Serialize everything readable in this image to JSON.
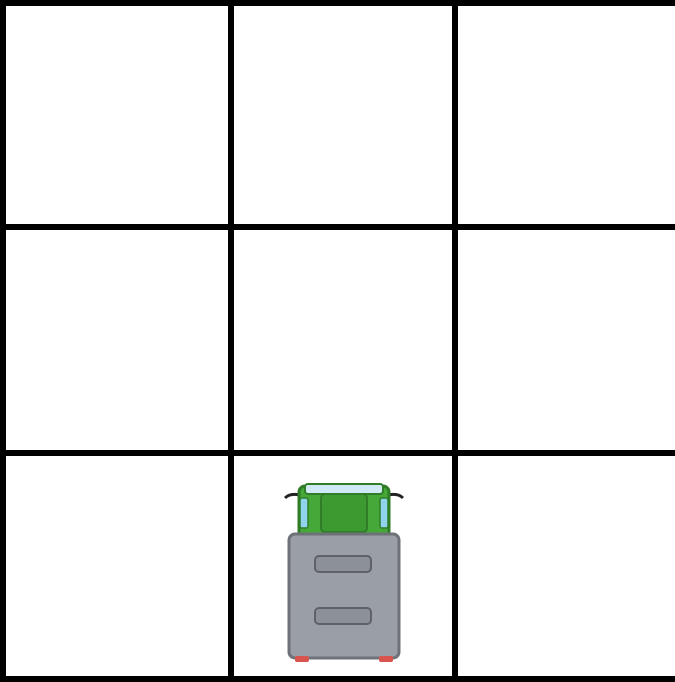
{
  "board": {
    "rows": 3,
    "columns": 3,
    "line_color": "#000000",
    "background_color": "#ffffff"
  },
  "pieces": [
    {
      "name": "truck",
      "icon": "garbage-truck-icon",
      "row": 3,
      "column": 2,
      "cab_color": "#46a839",
      "body_color": "#9a9ea5"
    }
  ]
}
